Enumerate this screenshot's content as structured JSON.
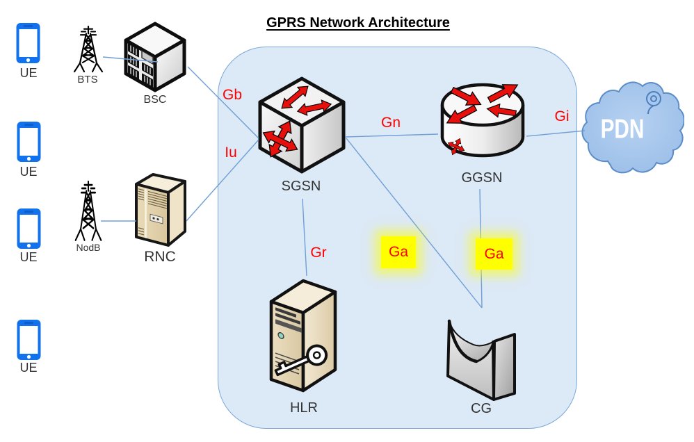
{
  "title": "GPRS Network Architecture",
  "terminals": {
    "label": "UE"
  },
  "nodes": {
    "bts": {
      "label": "BTS"
    },
    "bsc": {
      "label": "BSC"
    },
    "nodb": {
      "label": "NodB"
    },
    "rnc": {
      "label": "RNC"
    },
    "sgsn": {
      "label": "SGSN"
    },
    "ggsn": {
      "label": "GGSN"
    },
    "hlr": {
      "label": "HLR"
    },
    "cg": {
      "label": "CG"
    }
  },
  "cloud": {
    "label": "PDN"
  },
  "interfaces": {
    "gb": {
      "label": "Gb"
    },
    "iu": {
      "label": "Iu"
    },
    "gn": {
      "label": "Gn"
    },
    "gi": {
      "label": "Gi"
    },
    "gr": {
      "label": "Gr"
    },
    "ga_sgsn_cg": {
      "label": "Ga"
    },
    "ga_ggsn_cg": {
      "label": "Ga"
    }
  },
  "colors": {
    "core_box_fill": "#dce9f6",
    "core_box_border": "#7ba7d9",
    "connection_line": "#6f9fd6",
    "interface_label": "#ff0000",
    "ga_highlight": "#ffff00",
    "phone_blue": "#1272ee",
    "arrow_red": "#e8100c",
    "cloud_fill": "#a9c7ea",
    "cloud_border": "#5b8cc8"
  }
}
